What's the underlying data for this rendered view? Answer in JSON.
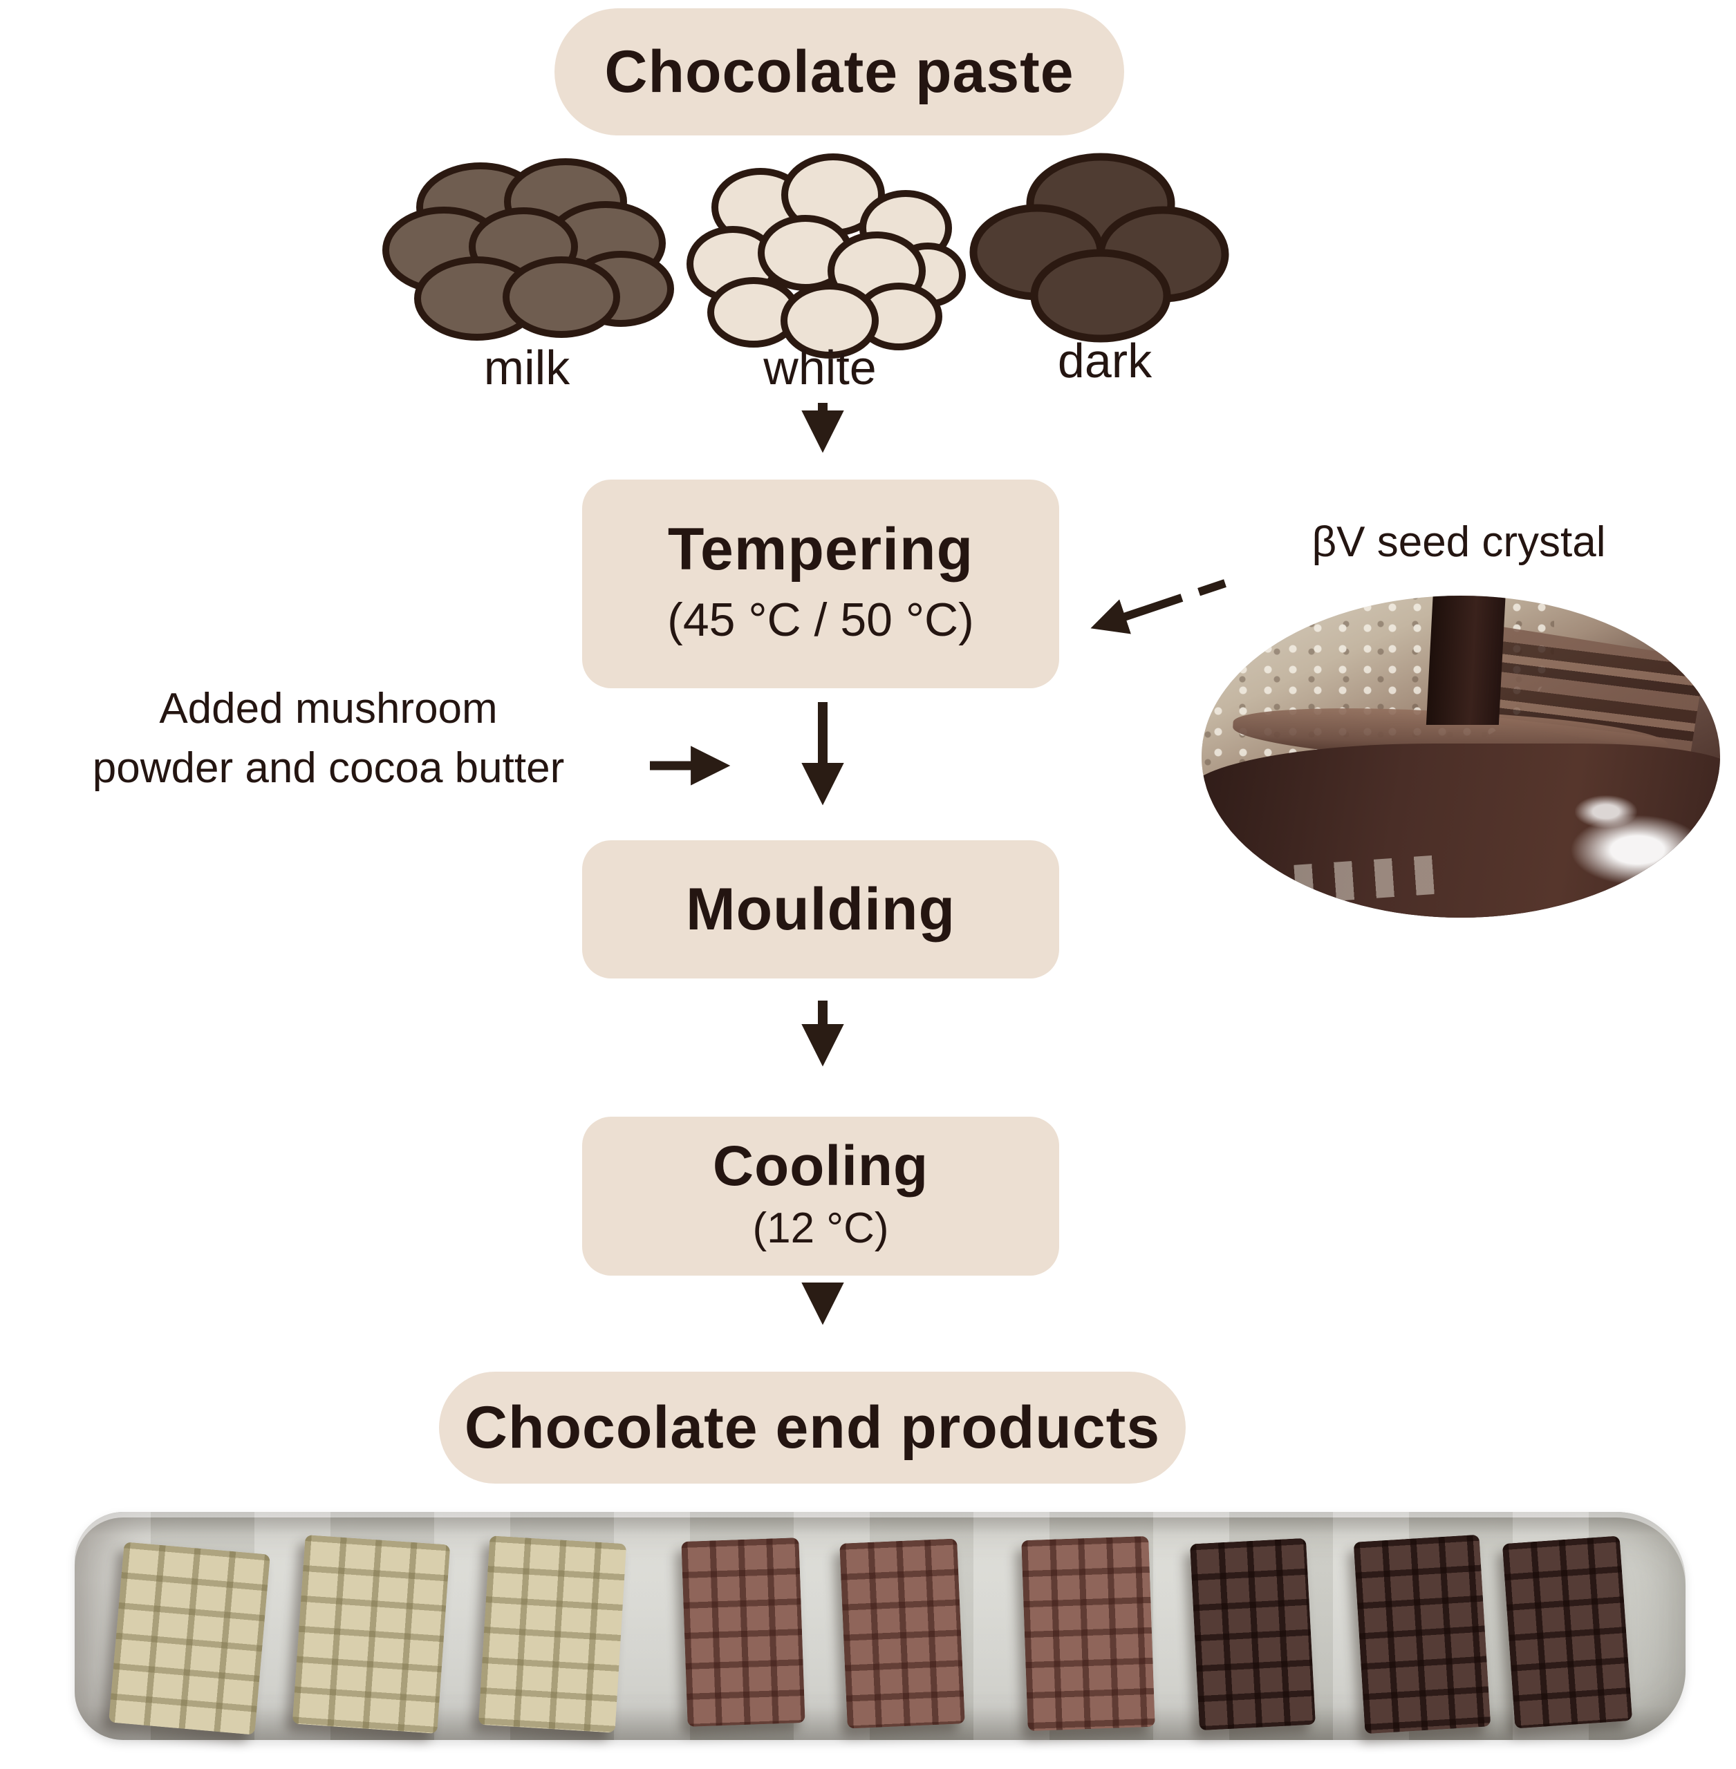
{
  "diagram": {
    "start_box": "Chocolate paste",
    "paste_types": [
      {
        "label": "milk"
      },
      {
        "label": "white"
      },
      {
        "label": "dark"
      }
    ],
    "tempering_title": "Tempering",
    "tempering_temp": "(45 °C / 50 °C)",
    "seed_crystal_note": "βV seed crystal",
    "additive_note": {
      "line1": "Added mushroom",
      "line2": "powder and cocoa butter"
    },
    "moulding_title": "Moulding",
    "cooling_title": "Cooling",
    "cooling_temp": "(12 °C)",
    "end_box": "Chocolate end products"
  },
  "colors": {
    "box_fill": "#ecdfd2",
    "text": "#241511",
    "arrow": "#2a1c14",
    "milk_blob_fill": "#6f5d50",
    "white_blob_fill": "#ede2d5",
    "dark_blob_fill": "#4f3c32",
    "blob_outline": "#2b1911",
    "bar_white": "#d9cfad",
    "bar_milk": "#8f655a",
    "bar_dark": "#553c36",
    "tray_silver": "#cdcdc7"
  }
}
